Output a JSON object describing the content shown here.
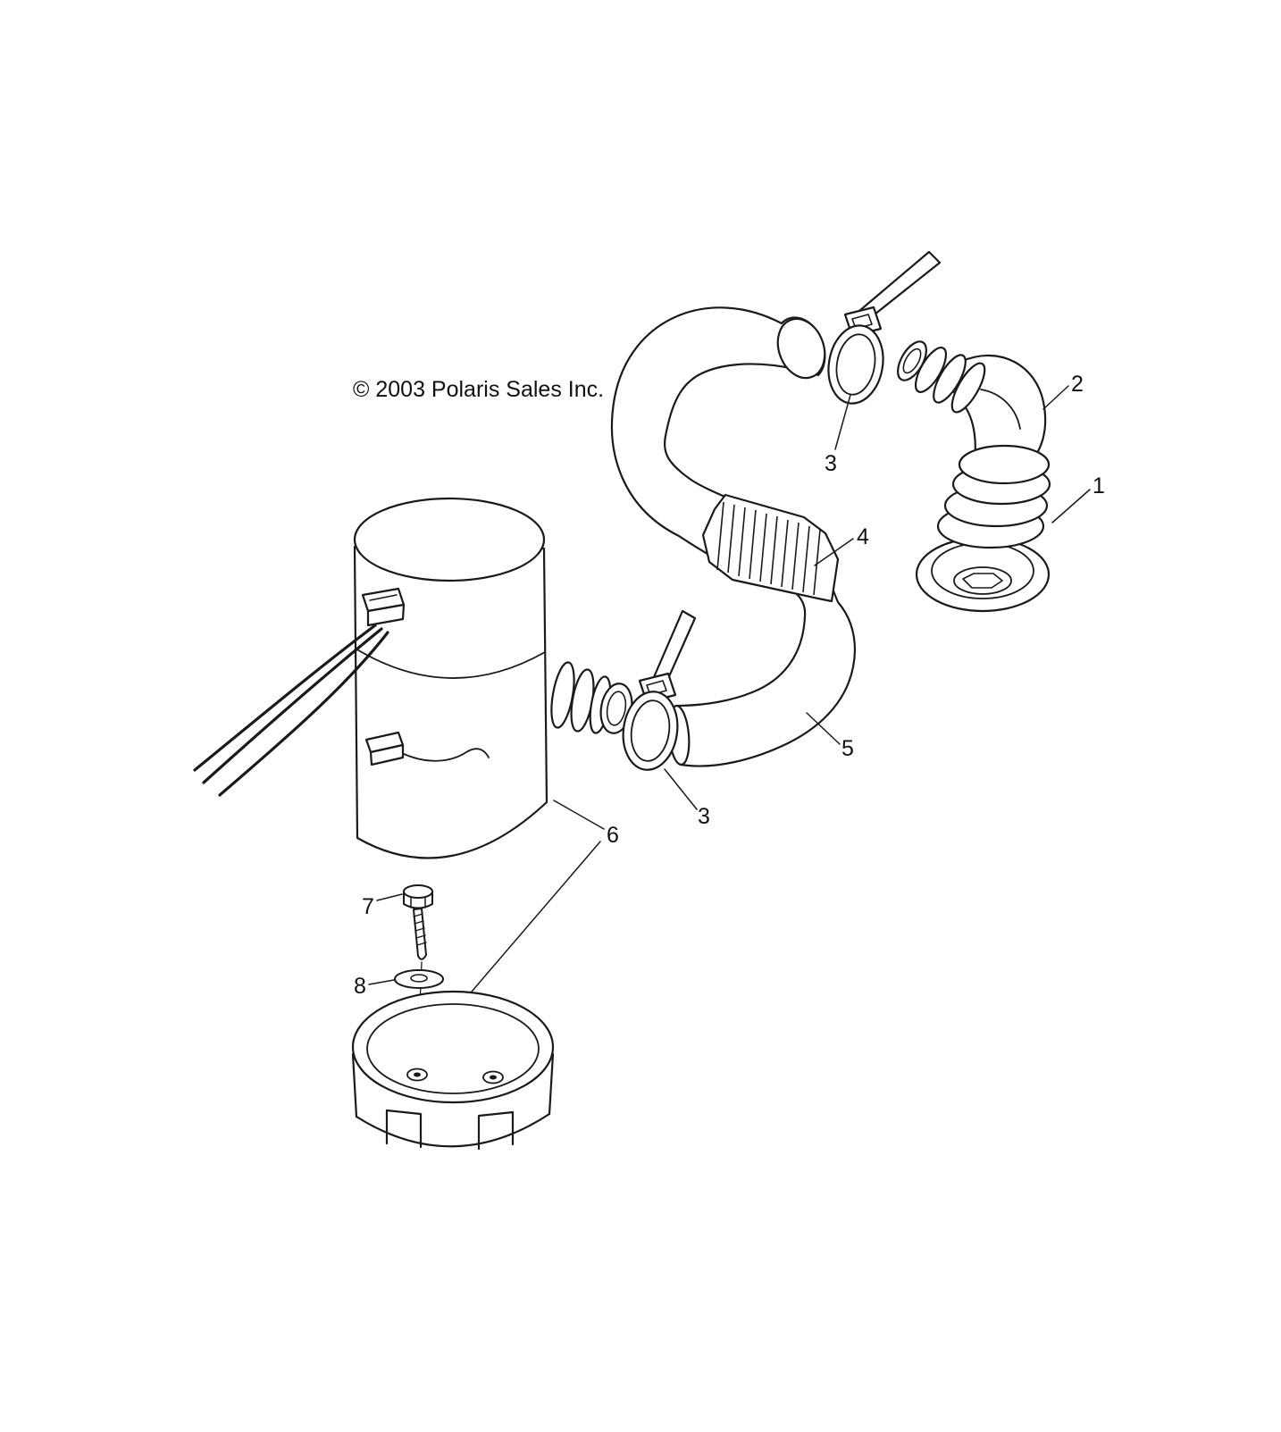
{
  "meta": {
    "copyright": "© 2003 Polaris Sales Inc."
  },
  "colors": {
    "ink": "#1a1a1a",
    "background": "#ffffff"
  },
  "callouts": [
    {
      "label": "1"
    },
    {
      "label": "2"
    },
    {
      "label": "3"
    },
    {
      "label": "3"
    },
    {
      "label": "4"
    },
    {
      "label": "5"
    },
    {
      "label": "6"
    },
    {
      "label": "7"
    },
    {
      "label": "8"
    }
  ]
}
